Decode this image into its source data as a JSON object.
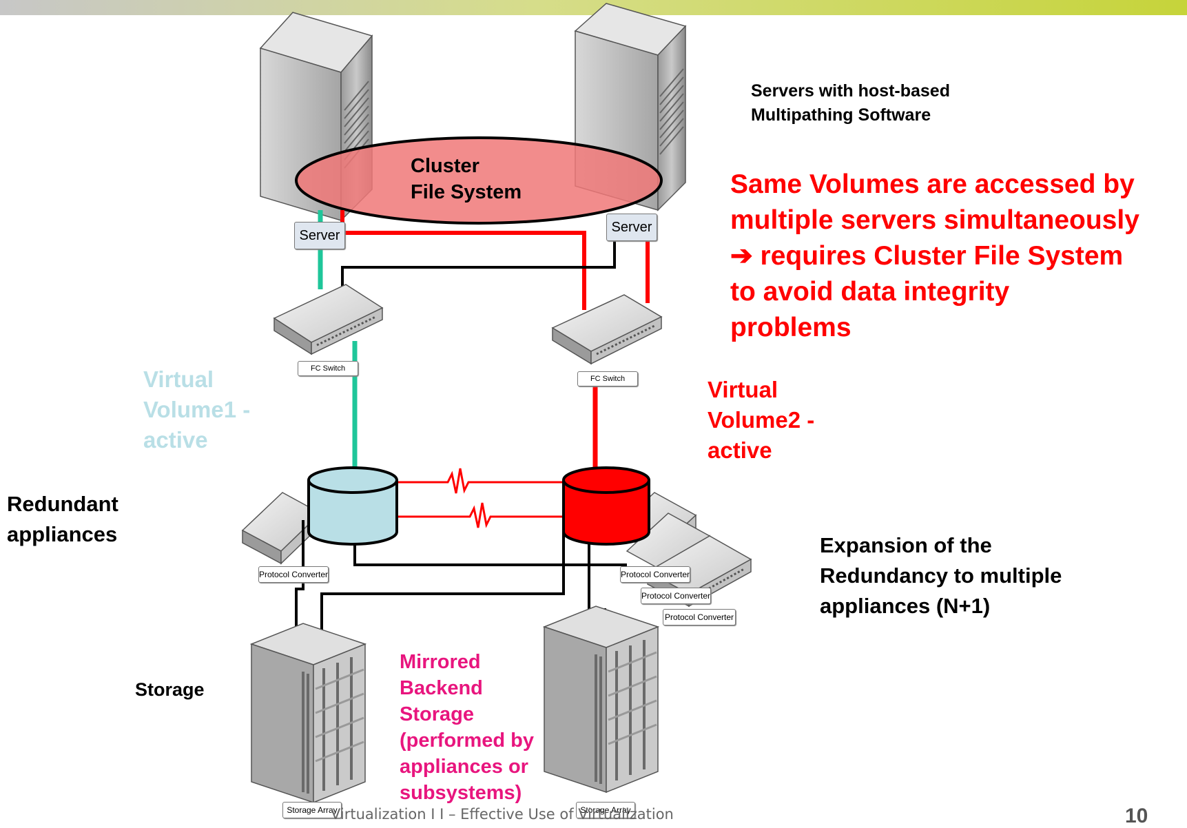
{
  "colors": {
    "accent_red": "#ff0000",
    "volume1_teal": "#1fc69a",
    "volume1_label": "#b9dfe6",
    "mirror_pink": "#e8157e",
    "cluster_fill": "#f07878",
    "black": "#000000"
  },
  "labels": {
    "servers_desc": "Servers with host-based\nMultipathing Software",
    "cluster_fs": "Cluster\nFile System",
    "same_volumes": "Same Volumes are accessed by\nmultiple servers simultaneously\n➔ requires Cluster File System\n     to avoid data integrity\nproblems",
    "virtual_volume1": "Virtual\nVolume1 -\nactive",
    "virtual_volume2": "Virtual\nVolume2 -\nactive",
    "redundant": "Redundant\nappliances",
    "expansion": "Expansion of the\nRedundancy to multiple\nappliances (N+1)",
    "storage": "Storage",
    "mirrored": "Mirrored\nBackend\nStorage\n(performed by\nappliances or\nsubsystems)"
  },
  "devices": {
    "server_left": "Server",
    "server_right": "Server",
    "fc_switch_left": "FC Switch",
    "fc_switch_right": "FC Switch",
    "protocol_converter_left": "Protocol Converter",
    "protocol_converter_r1": "Protocol Converter",
    "protocol_converter_r2": "Protocol Converter",
    "protocol_converter_r3": "Protocol Converter",
    "storage_array_left": "Storage Array",
    "storage_array_right": "Storage Array"
  },
  "footer": "Virtualization I I – Effective Use of Virtualization",
  "page_number": "10"
}
